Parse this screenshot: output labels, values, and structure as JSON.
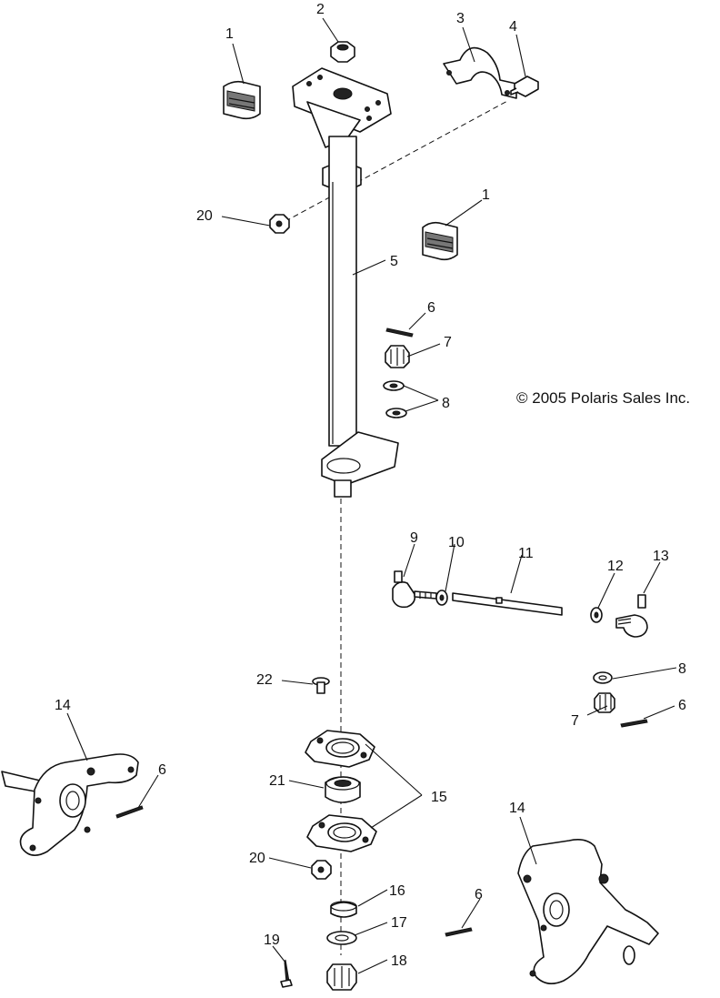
{
  "copyright": "© 2005 Polaris Sales Inc.",
  "callouts": {
    "c1a": "1",
    "c2": "2",
    "c3": "3",
    "c4": "4",
    "c20a": "20",
    "c1b": "1",
    "c5": "5",
    "c6a": "6",
    "c7a": "7",
    "c8a": "8",
    "c9": "9",
    "c10": "10",
    "c11": "11",
    "c12": "12",
    "c13": "13",
    "c8b": "8",
    "c7b": "7",
    "c6b": "6",
    "c22": "22",
    "c14a": "14",
    "c6c": "6",
    "c21": "21",
    "c15": "15",
    "c20b": "20",
    "c14b": "14",
    "c16": "16",
    "c6d": "6",
    "c17": "17",
    "c19": "19",
    "c18": "18"
  },
  "parts": {
    "bushing_upper_left": "bushing-icon",
    "nut_top": "nut-icon",
    "clamp": "clamp-bracket-icon",
    "bolt": "bolt-icon",
    "nut_20_upper": "nut-icon",
    "bushing_right": "bushing-icon",
    "steering_post": "steering-post-icon",
    "cotter_pin": "cotter-pin-icon",
    "castle_nut": "castle-nut-icon",
    "washer": "washer-icon",
    "tie_rod_end_left": "tie-rod-end-icon",
    "jam_nut": "jam-nut-icon",
    "tie_rod": "tie-rod-icon",
    "tie_rod_end_right": "tie-rod-end-icon",
    "spindle": "spindle-icon",
    "bearing_flange": "bearing-flange-icon",
    "bearing": "bearing-icon",
    "seal": "seal-icon",
    "retainer_bolt": "bolt-icon"
  }
}
